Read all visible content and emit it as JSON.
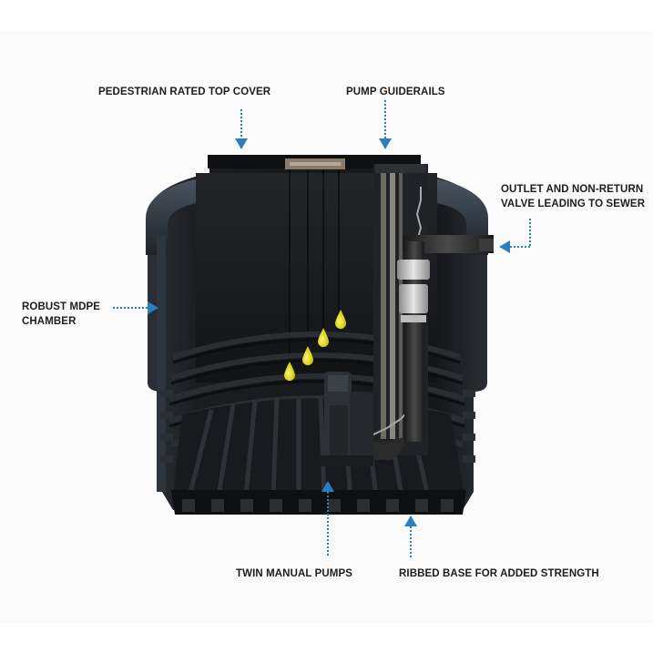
{
  "callouts": {
    "top_cover": "PEDESTRIAN RATED TOP COVER",
    "guiderails": "PUMP GUIDERAILS",
    "outlet": {
      "line1": "OUTLET AND NON-RETURN",
      "line2": "VALVE LEADING TO SEWER"
    },
    "chamber": {
      "line1": "ROBUST MDPE",
      "line2": "CHAMBER"
    },
    "pumps": "TWIN MANUAL  PUMPS",
    "base": "RIBBED BASE FOR ADDED STRENGTH"
  },
  "colors": {
    "arrow": "#2b7fc0",
    "label_text": "#1d1d1d",
    "chamber_body": "#1b1d20",
    "float_switch": "#e8e000"
  }
}
